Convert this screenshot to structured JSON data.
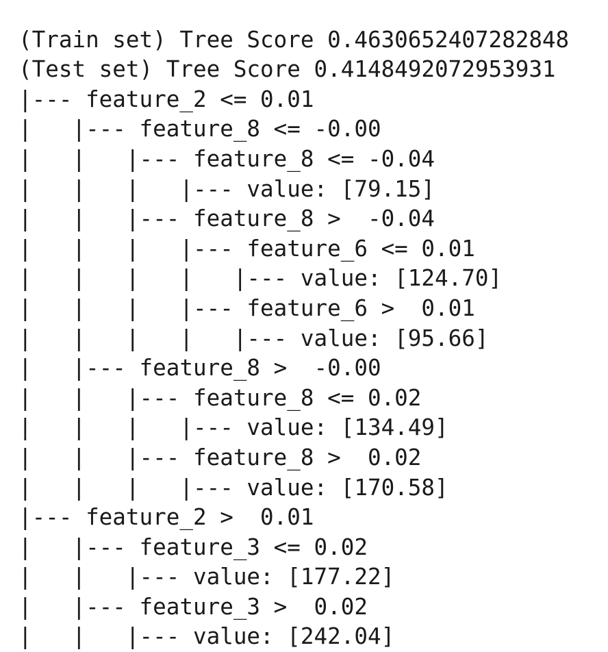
{
  "app": {
    "kind": "plain-text-console-output",
    "background_color": "#ffffff",
    "text_color": "#1a1a1a"
  },
  "scores": {
    "train": {
      "line": "(Train set) Tree Score 0.4630652407282848",
      "label": "(Train set) Tree Score",
      "value": "0.4630652407282848"
    },
    "test": {
      "line": "(Test set) Tree Score 0.4148492072953931",
      "label": "(Test set) Tree Score",
      "value": "0.4148492072953931"
    }
  },
  "tree": {
    "lines": [
      "|--- feature_2 <= 0.01",
      "|   |--- feature_8 <= -0.00",
      "|   |   |--- feature_8 <= -0.04",
      "|   |   |   |--- value: [79.15]",
      "|   |   |--- feature_8 >  -0.04",
      "|   |   |   |--- feature_6 <= 0.01",
      "|   |   |   |   |--- value: [124.70]",
      "|   |   |   |--- feature_6 >  0.01",
      "|   |   |   |   |--- value: [95.66]",
      "|   |--- feature_8 >  -0.00",
      "|   |   |--- feature_8 <= 0.02",
      "|   |   |   |--- value: [134.49]",
      "|   |   |--- feature_8 >  0.02",
      "|   |   |   |--- value: [170.58]",
      "|--- feature_2 >  0.01",
      "|   |--- feature_3 <= 0.02",
      "|   |   |--- value: [177.22]",
      "|   |--- feature_3 >  0.02",
      "|   |   |--- value: [242.04]"
    ],
    "nodes": [
      {
        "depth": 1,
        "type": "split",
        "feature": "feature_2",
        "op": "<=",
        "threshold": "0.01"
      },
      {
        "depth": 2,
        "type": "split",
        "feature": "feature_8",
        "op": "<=",
        "threshold": "-0.00"
      },
      {
        "depth": 3,
        "type": "split",
        "feature": "feature_8",
        "op": "<=",
        "threshold": "-0.04"
      },
      {
        "depth": 4,
        "type": "leaf",
        "value": "79.15"
      },
      {
        "depth": 3,
        "type": "split",
        "feature": "feature_8",
        "op": ">",
        "threshold": "-0.04"
      },
      {
        "depth": 4,
        "type": "split",
        "feature": "feature_6",
        "op": "<=",
        "threshold": "0.01"
      },
      {
        "depth": 5,
        "type": "leaf",
        "value": "124.70"
      },
      {
        "depth": 4,
        "type": "split",
        "feature": "feature_6",
        "op": ">",
        "threshold": "0.01"
      },
      {
        "depth": 5,
        "type": "leaf",
        "value": "95.66"
      },
      {
        "depth": 2,
        "type": "split",
        "feature": "feature_8",
        "op": ">",
        "threshold": "-0.00"
      },
      {
        "depth": 3,
        "type": "split",
        "feature": "feature_8",
        "op": "<=",
        "threshold": "0.02"
      },
      {
        "depth": 4,
        "type": "leaf",
        "value": "134.49"
      },
      {
        "depth": 3,
        "type": "split",
        "feature": "feature_8",
        "op": ">",
        "threshold": "0.02"
      },
      {
        "depth": 4,
        "type": "leaf",
        "value": "170.58"
      },
      {
        "depth": 1,
        "type": "split",
        "feature": "feature_2",
        "op": ">",
        "threshold": "0.01"
      },
      {
        "depth": 2,
        "type": "split",
        "feature": "feature_3",
        "op": "<=",
        "threshold": "0.02"
      },
      {
        "depth": 3,
        "type": "leaf",
        "value": "177.22"
      },
      {
        "depth": 2,
        "type": "split",
        "feature": "feature_3",
        "op": ">",
        "threshold": "0.02"
      },
      {
        "depth": 3,
        "type": "leaf",
        "value": "242.04"
      }
    ]
  }
}
